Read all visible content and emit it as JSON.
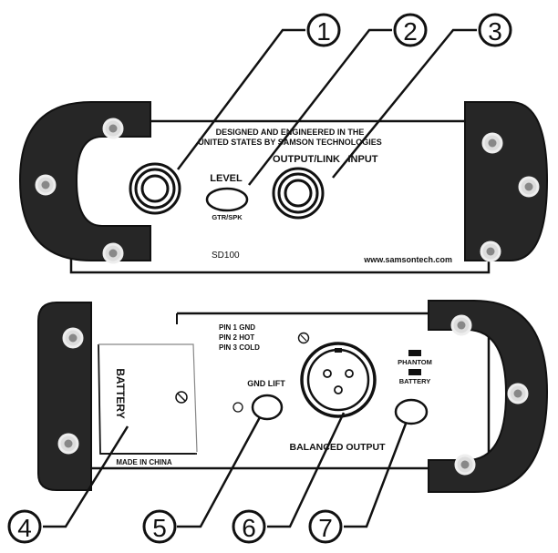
{
  "callouts": {
    "c1": "1",
    "c2": "2",
    "c3": "3",
    "c4": "4",
    "c5": "5",
    "c6": "6",
    "c7": "7"
  },
  "front_panel": {
    "designed_line1": "DESIGNED AND ENGINEERED IN THE",
    "designed_line2": "UNITED STATES BY SAMSON TECHNOLOGIES",
    "output_label": "OUTPUT/LINK",
    "input_label": "INPUT",
    "level_label": "LEVEL",
    "gtr_spk_label": "GTR/SPK",
    "model": "SD100",
    "website": "www.samsontech.com"
  },
  "rear_panel": {
    "battery_label": "BATTERY",
    "made_in": "MADE IN CHINA",
    "pin1": "PIN 1 GND",
    "pin2": "PIN 2 HOT",
    "pin3": "PIN 3 COLD",
    "gnd_lift": "GND LIFT",
    "balanced_output": "BALANCED OUTPUT",
    "phantom": "PHANTOM",
    "battery_switch": "BATTERY"
  }
}
